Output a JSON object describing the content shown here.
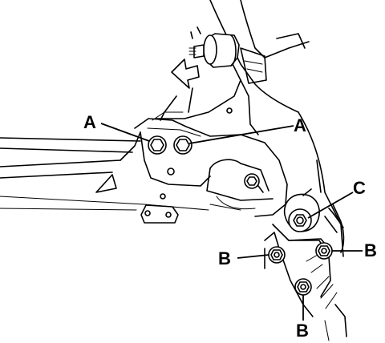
{
  "callouts": {
    "a_left": "A",
    "a_right": "A",
    "c": "C",
    "b_left": "B",
    "b_right": "B",
    "b_bottom": "B"
  }
}
